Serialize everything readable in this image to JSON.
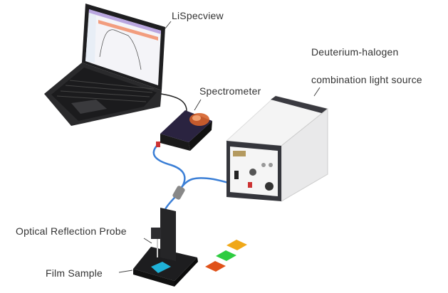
{
  "labels": {
    "software": "LiSpecview",
    "spectrometer": "Spectrometer",
    "light_source_line1": "Deuterium-halogen",
    "light_source_line2": "combination light source",
    "probe": "Optical Reflection Probe",
    "sample": "Film Sample"
  },
  "colors": {
    "fiber": "#3b7fd6",
    "filter_orange": "#f0a818",
    "filter_green": "#2ecc40",
    "filter_red": "#e0521a",
    "sample": "#1fb2d8"
  }
}
